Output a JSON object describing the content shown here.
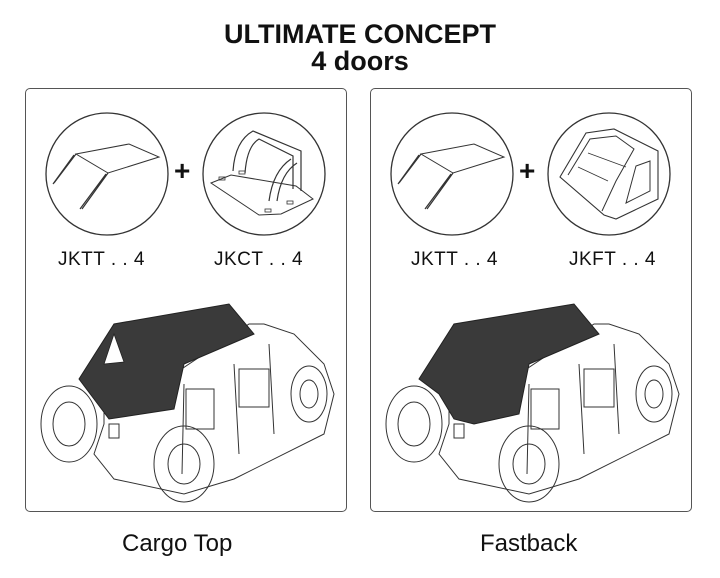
{
  "title": {
    "line1": "ULTIMATE CONCEPT",
    "line2": "4 doors"
  },
  "panels": [
    {
      "parts": [
        {
          "code": "JKTT . . 4",
          "icon": "soft-top-frame-icon"
        },
        {
          "code": "JKCT . . 4",
          "icon": "cargo-top-bow-icon"
        }
      ],
      "plus": "+",
      "vehicle_icon": "jeep-cargo-top-icon",
      "caption": "Cargo Top"
    },
    {
      "parts": [
        {
          "code": "JKTT . . 4",
          "icon": "soft-top-frame-icon"
        },
        {
          "code": "JKFT . . 4",
          "icon": "fastback-top-icon"
        }
      ],
      "plus": "+",
      "vehicle_icon": "jeep-fastback-icon",
      "caption": "Fastback"
    }
  ],
  "colors": {
    "top_fill": "#3a3a3a",
    "outline": "#333333",
    "border": "#555555"
  }
}
